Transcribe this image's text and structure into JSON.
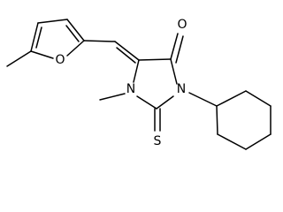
{
  "atoms": {
    "furan_oxygen": "O",
    "carbonyl_oxygen": "O",
    "nitrogen_1": "N",
    "nitrogen_3": "N",
    "thione_sulfur": "S"
  },
  "colors": {
    "bond": "#000000",
    "label": "#000000",
    "background": "#ffffff"
  }
}
